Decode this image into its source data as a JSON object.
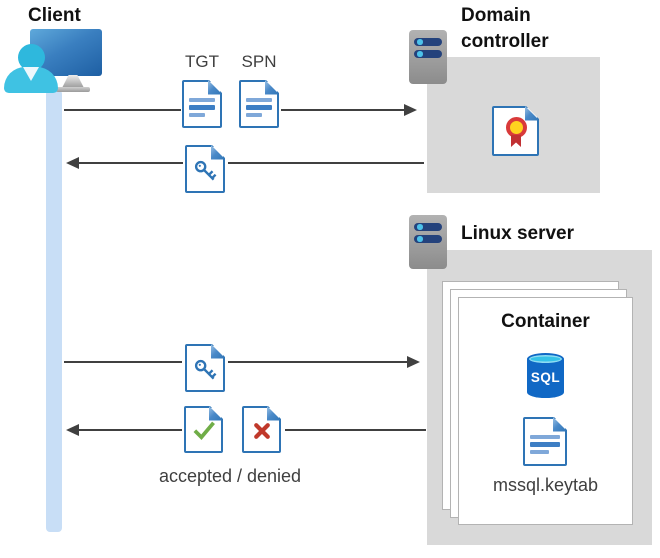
{
  "client": {
    "label": "Client"
  },
  "domain_controller": {
    "line1": "Domain",
    "line2": "controller"
  },
  "linux_server": {
    "label": "Linux server"
  },
  "container": {
    "label": "Container",
    "sql_text": "SQL",
    "keytab_label": "mssql.keytab"
  },
  "flows": {
    "tgt": "TGT",
    "spn": "SPN",
    "result": "accepted / denied"
  },
  "colors": {
    "doc_border_blue": "#2e74b5",
    "doc_line_blue": "#7fa8d9",
    "arrow_gray": "#404040",
    "lifeline_blue": "#c8def6",
    "box_gray": "#d9d9d9",
    "check_green": "#70ad47",
    "cross_red": "#c0392b",
    "cert_ring_red": "#d93a3a",
    "cert_center_yellow": "#ffd21f",
    "sql_body_blue": "#1068c5",
    "sql_top_cyan": "#35c3e8",
    "server_bar_navy": "#24427c",
    "server_dot_cyan": "#4cc2ea",
    "monitor_blue": "#3a7fc0",
    "person_cyan": "#2eb8dd"
  }
}
